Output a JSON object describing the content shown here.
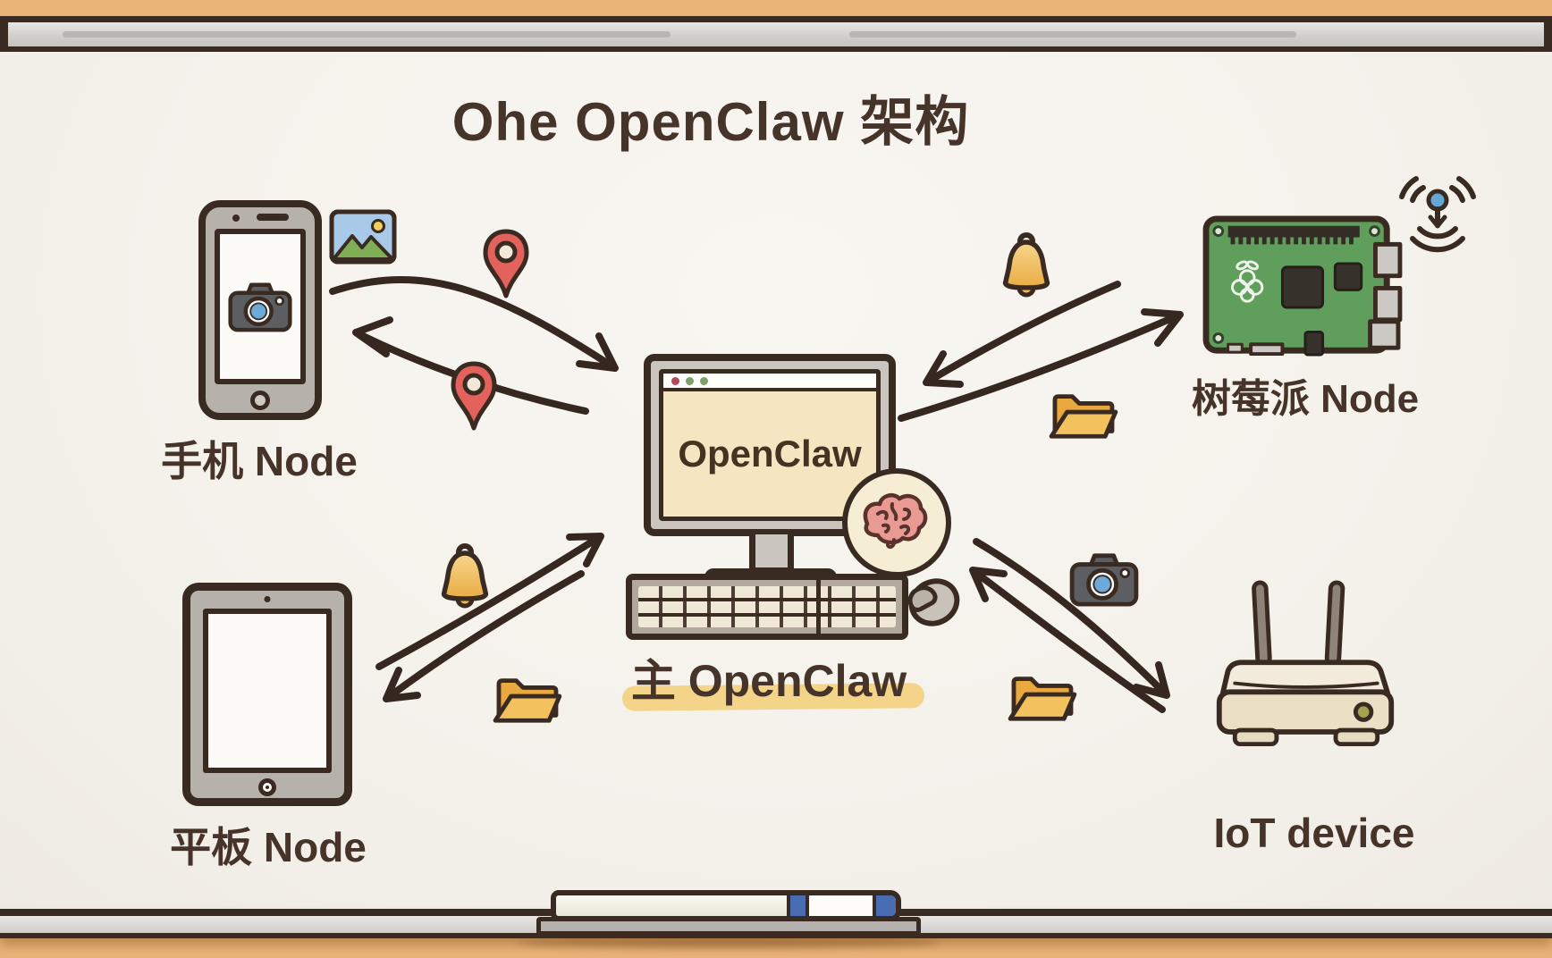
{
  "scene": "hand-drawn whiteboard architecture diagram",
  "title": "Ohe OpenClaw 架构",
  "board": {
    "center": {
      "screen_app_label": "OpenClaw",
      "caption": "主 OpenClaw",
      "window_dots": [
        "red",
        "green",
        "green"
      ]
    },
    "nodes": {
      "phone": {
        "label": "手机 Node"
      },
      "tablet": {
        "label": "平板 Node"
      },
      "raspberry_pi": {
        "label": "树莓派 Node"
      },
      "iot": {
        "label": "IoT device"
      }
    },
    "connections": [
      {
        "from": "phone",
        "to": "main-computer",
        "bidirectional": true
      },
      {
        "from": "tablet",
        "to": "main-computer",
        "bidirectional": true
      },
      {
        "from": "raspberry_pi",
        "to": "main-computer",
        "bidirectional": true
      },
      {
        "from": "iot",
        "to": "main-computer",
        "bidirectional": true
      }
    ],
    "icons": [
      "photo-icon",
      "location-pin-icon",
      "location-pin-icon",
      "bell-icon",
      "bell-icon",
      "folder-icon",
      "folder-icon",
      "folder-icon",
      "camera-icon",
      "camera-on-phone-icon",
      "wifi-signal-icon",
      "brain-icon",
      "keyboard-icon",
      "mouse-icon",
      "marker-pen-icon"
    ]
  },
  "colors": {
    "wall": "#e9b377",
    "board": "#f5f2ec",
    "ink": "#3a2b22",
    "text": "#46332a",
    "screen_cream": "#f4e6c0",
    "highlight": "#f4d488",
    "pin_red": "#e4625c",
    "bell_top": "#f7d68c",
    "bell_bottom": "#e9ac43",
    "folder_dark": "#e9a93f",
    "folder_light": "#f3c25e",
    "rpi_green": "#609e5b",
    "brain_pink": "#e89a93",
    "brain_bg": "#f5edd4",
    "lens_blue": "#6cabd9",
    "camera_gray": "#5d5e62",
    "sky_blue": "#a9c9e8",
    "mountain_green": "#7fae57",
    "marker_blue": "#4a6cb3",
    "wifi_blue": "#64a8d8"
  }
}
